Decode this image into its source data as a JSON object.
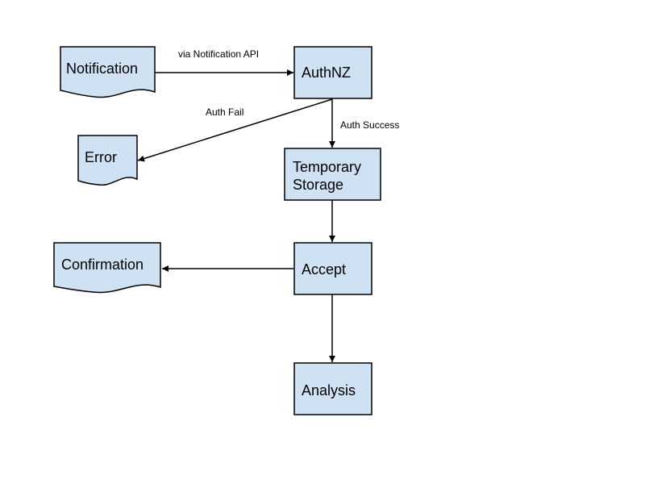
{
  "diagram": {
    "nodes": {
      "notification": {
        "label": "Notification",
        "shape": "document"
      },
      "authnz": {
        "label": "AuthNZ",
        "shape": "process"
      },
      "error": {
        "label": "Error",
        "shape": "document"
      },
      "temporary_storage": {
        "label_line1": "Temporary",
        "label_line2": "Storage",
        "shape": "process"
      },
      "confirmation": {
        "label": "Confirmation",
        "shape": "document"
      },
      "accept": {
        "label": "Accept",
        "shape": "process"
      },
      "analysis": {
        "label": "Analysis",
        "shape": "process"
      }
    },
    "edges": {
      "notification_to_authnz": {
        "from": "Notification",
        "to": "AuthNZ",
        "label": "via Notification API"
      },
      "authnz_to_error": {
        "from": "AuthNZ",
        "to": "Error",
        "label": "Auth Fail"
      },
      "authnz_to_storage": {
        "from": "AuthNZ",
        "to": "Temporary Storage",
        "label": "Auth Success"
      },
      "storage_to_accept": {
        "from": "Temporary Storage",
        "to": "Accept",
        "label": ""
      },
      "accept_to_confirmation": {
        "from": "Accept",
        "to": "Confirmation",
        "label": ""
      },
      "accept_to_analysis": {
        "from": "Accept",
        "to": "Analysis",
        "label": ""
      }
    },
    "colors": {
      "node_fill": "#cfe2f3",
      "stroke": "#000000",
      "background": "#ffffff"
    }
  }
}
